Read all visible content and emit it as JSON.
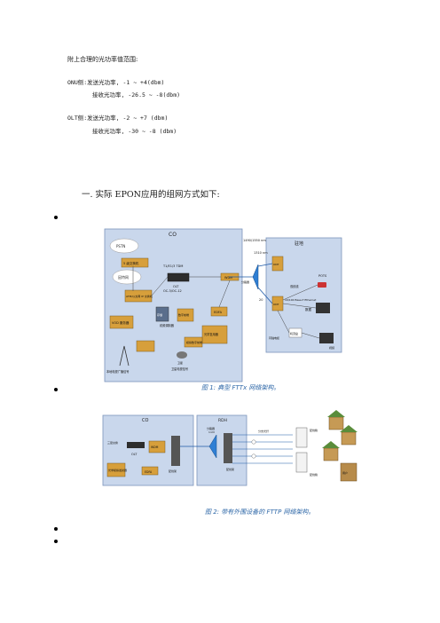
{
  "intro": "附上合理的光功率值范围:",
  "onu": {
    "send": "ONU侧:发送光功率, -1 ~ +4(dbm)",
    "recv": "接收光功率, -26.5 ~ -8(dbm)"
  },
  "olt": {
    "send": "OLT侧:发送光功率, -2 ~ +7 (dbm)",
    "recv": "接收光功率, -30 ~ -8 (dbm)"
  },
  "heading": "一. 实际 EPON应用的组网方式如下:",
  "figure1": {
    "caption": "图 1: 典型 FTTx 网络架构。",
    "labels": {
      "co": "CO",
      "home": "驻地",
      "pstn": "PSTN",
      "switch5": "5 级交换机",
      "internet": "因特网",
      "atm_ip": "ATM/以太网 IP 交换机",
      "vod": "VOD 服务器",
      "storage": "存储",
      "digital_front": "数字前端",
      "cable_tuner": "射频调制器",
      "optical_mux": "光学复用器",
      "edfa": "EDFA",
      "wdm": "WDM",
      "t1": "T1/E1/3 TDM",
      "oc": "OC-3/OC-12",
      "olt": "OLT",
      "splitter": "分路器",
      "onu1": "ONT",
      "onu2": "ONT",
      "wl1": "1490/1550 nm",
      "wl2": "1310 nm",
      "pots": "POTS",
      "phone_line": "双绞线",
      "eth": "10/100 Base-T Ethernet",
      "data": "数据",
      "set_top": "机顶盒",
      "video": "视频",
      "coax": "同轴电缆",
      "broadcast": "本地电视广播信号",
      "sat": "卫星电视信号",
      "analog": "模拟数字前端",
      "satellite_dish": "卫星",
      "d20": "20"
    }
  },
  "figure2": {
    "caption": "图 2: 带有外围设备的 FTTP 网络架构。",
    "labels": {
      "co": "CO",
      "rh": "RDH",
      "splitter": "分路器",
      "ratio": "1×N",
      "fiber": "分支光纤",
      "onu": "ONU",
      "wdm": "WDM",
      "olt": "OLT",
      "tdm": "三层交换",
      "edfa": "EDFA",
      "video": "光学模拟发射器",
      "odf1": "配线架",
      "odf2": "配线架",
      "building1": "配线箱",
      "building2": "配线箱",
      "home": "用户"
    }
  }
}
